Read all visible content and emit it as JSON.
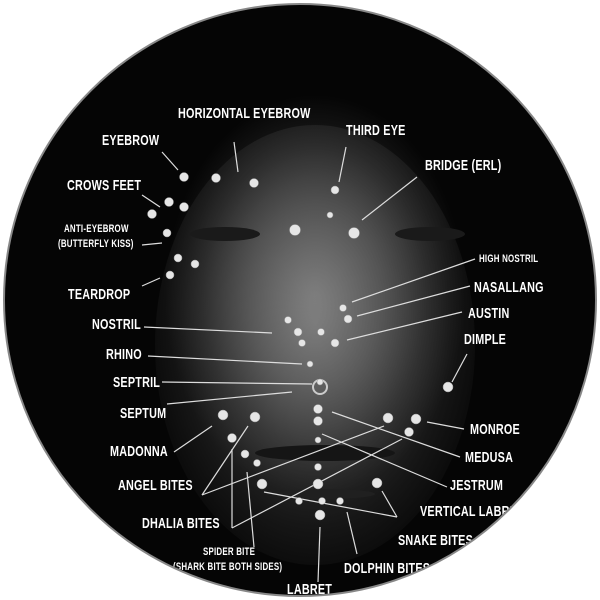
{
  "title": "Facial piercing chart",
  "labels": {
    "horizontal_eyebrow": "HORIZONTAL EYEBROW",
    "eyebrow": "EYEBROW",
    "third_eye": "THIRD EYE",
    "bridge": "BRIDGE (ERL)",
    "crows_feet": "CROWS FEET",
    "anti_eyebrow": "ANTI-EYEBROW",
    "butterfly_kiss": "(BUTTERFLY KISS)",
    "teardrop": "TEARDROP",
    "high_nostril": "HIGH NOSTRIL",
    "nasallang": "NASALLANG",
    "austin": "AUSTIN",
    "dimple": "DIMPLE",
    "nostril": "NOSTRIL",
    "rhino": "RHINO",
    "septril": "SEPTRIL",
    "septum": "SEPTUM",
    "monroe": "MONROE",
    "madonna": "MADONNA",
    "medusa": "MEDUSA",
    "angel_bites": "ANGEL BITES",
    "jestrum": "JESTRUM",
    "vertical_labret": "VERTICAL LABRET",
    "dhalia_bites": "DHALIA BITES",
    "snake_bites": "SNAKE BITES",
    "spider_bite": "SPIDER BITE",
    "shark_bite": "(SHARK BITE BOTH SIDES)",
    "dolphin_bites": "DOLPHIN BITES",
    "labret": "LABRET"
  }
}
